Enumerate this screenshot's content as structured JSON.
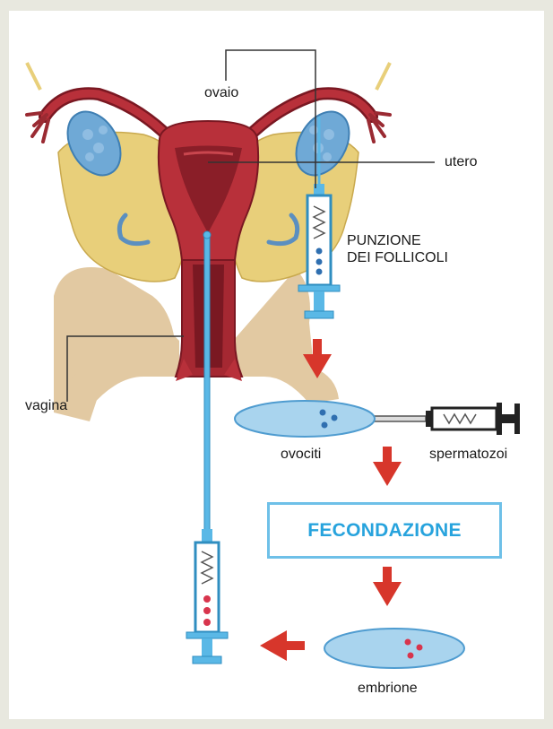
{
  "labels": {
    "ovaio": "ovaio",
    "utero": "utero",
    "punzione_line1": "PUNZIONE",
    "punzione_line2": "DEI FOLLICOLI",
    "vagina": "vagina",
    "ovociti": "ovociti",
    "spermatozoi": "spermatozoi",
    "fecondazione": "FECONDAZIONE",
    "embrione": "embrione"
  },
  "colors": {
    "background": "#e8e8df",
    "canvas": "#ffffff",
    "tissue_red": "#b8303a",
    "tissue_dark": "#7a1822",
    "fat_yellow": "#e8cf7a",
    "skin": "#e2c9a2",
    "ovary_blue": "#6fa9d6",
    "syringe_blue": "#5ab8e6",
    "dish_blue": "#a9d4ee",
    "arrow_red": "#d7362b",
    "box_border": "#6ec0e8",
    "box_text": "#27a3dd"
  }
}
